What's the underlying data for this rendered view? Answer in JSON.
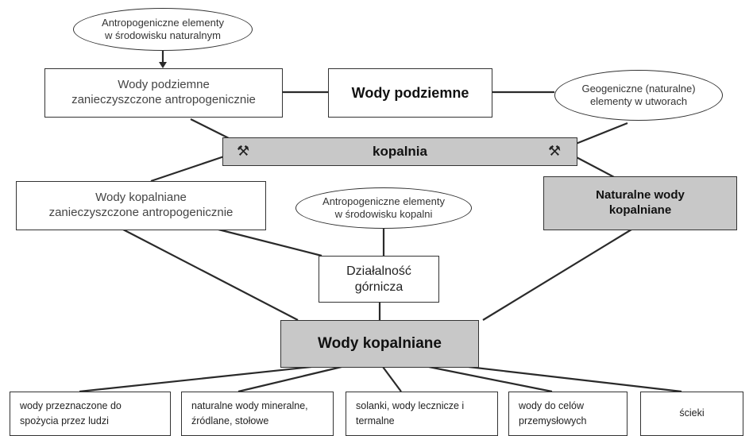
{
  "nodes": {
    "anthro_natural": "Antropogeniczne elementy\nw środowisku naturalnym",
    "groundwater_polluted": "Wody podziemne\nzanieczyszczone antropogenicznie",
    "groundwater": "Wody podziemne",
    "geogenic": "Geogeniczne (naturalne)\nelementy w utworach",
    "mine": "kopalnia",
    "mine_water_polluted": "Wody kopalniane\nzanieczyszczone antropogenicznie",
    "anthro_mine": "Antropogeniczne elementy\nw środowisku kopalni",
    "natural_mine_water": "Naturalne wody\nkopalniane",
    "mining_activity": "Działalność\ngórnicza",
    "mine_water": "Wody kopalniane"
  },
  "outputs": [
    "wody przeznaczone do\nspożycia przez ludzi",
    "naturalne wody mineralne,\nźródlane, stołowe",
    "solanki, wody lecznicze i\ntermalne",
    "wody do celów\nprzemysłowych",
    "ścieki"
  ],
  "icons": {
    "mine_symbol": "⚒"
  }
}
